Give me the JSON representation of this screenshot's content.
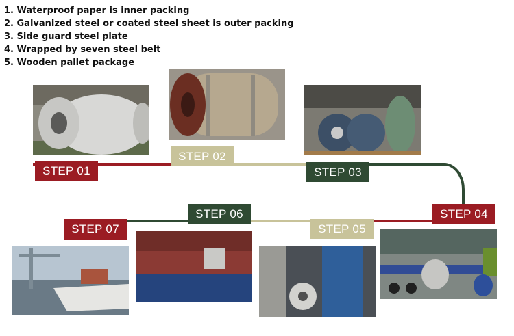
{
  "notes": [
    "1. Waterproof paper is inner packing",
    "2. Galvanized steel or coated steel sheet is outer packing",
    "3. Side guard steel plate",
    "4. Wrapped by seven steel belt",
    "5. Wooden pallet package"
  ],
  "steps": [
    {
      "label": "STEP 01",
      "color": "#9b1c23",
      "text_color": "#ffffff"
    },
    {
      "label": "STEP 02",
      "color": "#c8c39a",
      "text_color": "#ffffff"
    },
    {
      "label": "STEP 03",
      "color": "#2f4a33",
      "text_color": "#ffffff"
    },
    {
      "label": "STEP 04",
      "color": "#9b1c23",
      "text_color": "#ffffff"
    },
    {
      "label": "STEP 05",
      "color": "#c8c39a",
      "text_color": "#ffffff"
    },
    {
      "label": "STEP 06",
      "color": "#2f4a33",
      "text_color": "#ffffff"
    },
    {
      "label": "STEP 07",
      "color": "#9b1c23",
      "text_color": "#ffffff"
    }
  ],
  "route_colors": {
    "red": "#9b1c23",
    "khaki": "#c8c39a",
    "green": "#2f4a33"
  }
}
